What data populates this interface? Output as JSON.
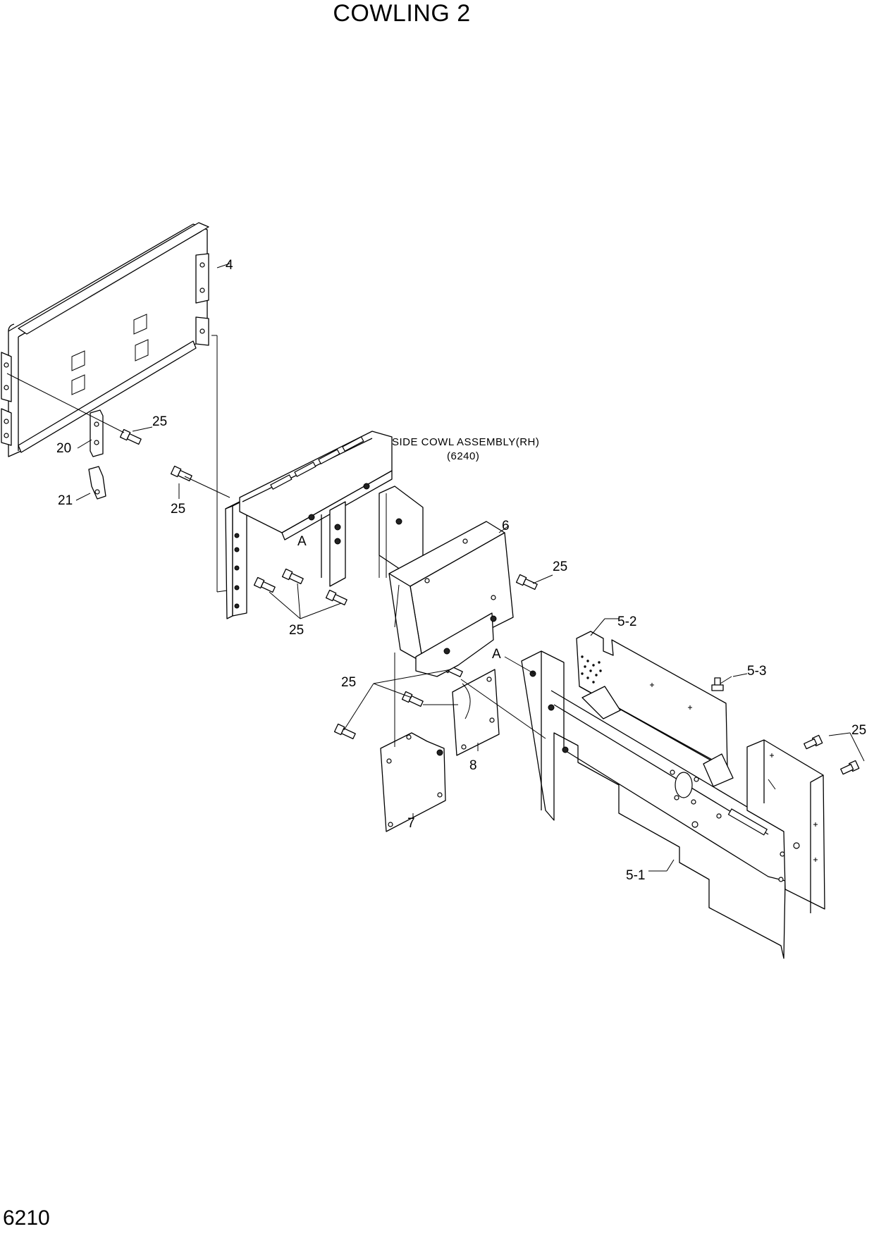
{
  "title": "COWLING 2",
  "page_number": "6210",
  "assembly_note": {
    "line1": "SIDE COWL ASSEMBLY(RH)",
    "line2": "(6240)"
  },
  "callouts": {
    "p4": "4",
    "p20": "20",
    "p21": "21",
    "p25_a": "25",
    "p25_b": "25",
    "p25_c": "25",
    "p25_d": "25",
    "p25_e": "25",
    "p25_f": "25",
    "p6": "6",
    "p7": "7",
    "p8": "8",
    "p5_1": "5-1",
    "p5_2": "5-2",
    "p5_3": "5-3",
    "ref_a1": "A",
    "ref_a2": "A"
  }
}
